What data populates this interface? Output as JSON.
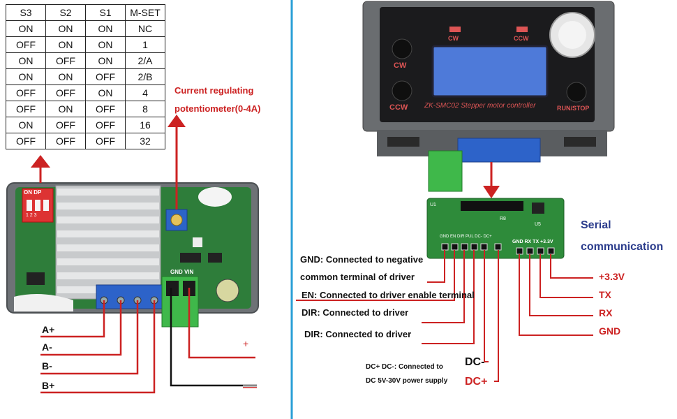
{
  "dip_table": {
    "headers": [
      "S3",
      "S2",
      "S1",
      "M-SET"
    ],
    "rows": [
      [
        "ON",
        "ON",
        "ON",
        "NC"
      ],
      [
        "OFF",
        "ON",
        "ON",
        "1"
      ],
      [
        "ON",
        "OFF",
        "ON",
        "2/A"
      ],
      [
        "ON",
        "ON",
        "OFF",
        "2/B"
      ],
      [
        "OFF",
        "OFF",
        "ON",
        "4"
      ],
      [
        "OFF",
        "ON",
        "OFF",
        "8"
      ],
      [
        "ON",
        "OFF",
        "OFF",
        "16"
      ],
      [
        "OFF",
        "OFF",
        "OFF",
        "32"
      ]
    ]
  },
  "left_board": {
    "pot_label_line1": "Current regulating",
    "pot_label_line2": "potentiometer(0-4A)",
    "dip_label": "ON DP",
    "dip_numbers": "1 2 3",
    "terminal_label": "GND VIN",
    "wire_labels": [
      "A+",
      "A-",
      "B-",
      "B+"
    ],
    "plus_sign": "+"
  },
  "controller": {
    "cw_led": "CW",
    "ccw_led": "CCW",
    "cw_button": "CW",
    "ccw_button": "CCW",
    "model_text": "ZK-SMC02  Stepper motor controller",
    "run_stop": "RUN/STOP"
  },
  "pcb": {
    "header_labels": "GND EN DIR PUL DC- DC+",
    "serial_pins": "GND RX TX +3.3V",
    "u1": "U1",
    "u5": "U5",
    "r8": "R8"
  },
  "annotations": {
    "gnd_line1": "GND: Connected to negative",
    "gnd_line2": "common terminal of driver",
    "en": "EN: Connected to driver enable terminal",
    "dir1": "DIR: Connected to driver",
    "dir2": "DIR: Connected to driver",
    "dc_line1": "DC+ DC-: Connected to",
    "dc_line2": "DC 5V-30V power supply",
    "dc_minus": "DC-",
    "dc_plus": "DC+",
    "serial_line1": "Serial",
    "serial_line2": "communication",
    "pin_33": "+3.3V",
    "pin_tx": "TX",
    "pin_rx": "RX",
    "pin_gnd": "GND"
  },
  "colors": {
    "red_wire": "#cc2222",
    "divider": "#2a9fd6",
    "serial_blue": "#2b3c8c"
  }
}
